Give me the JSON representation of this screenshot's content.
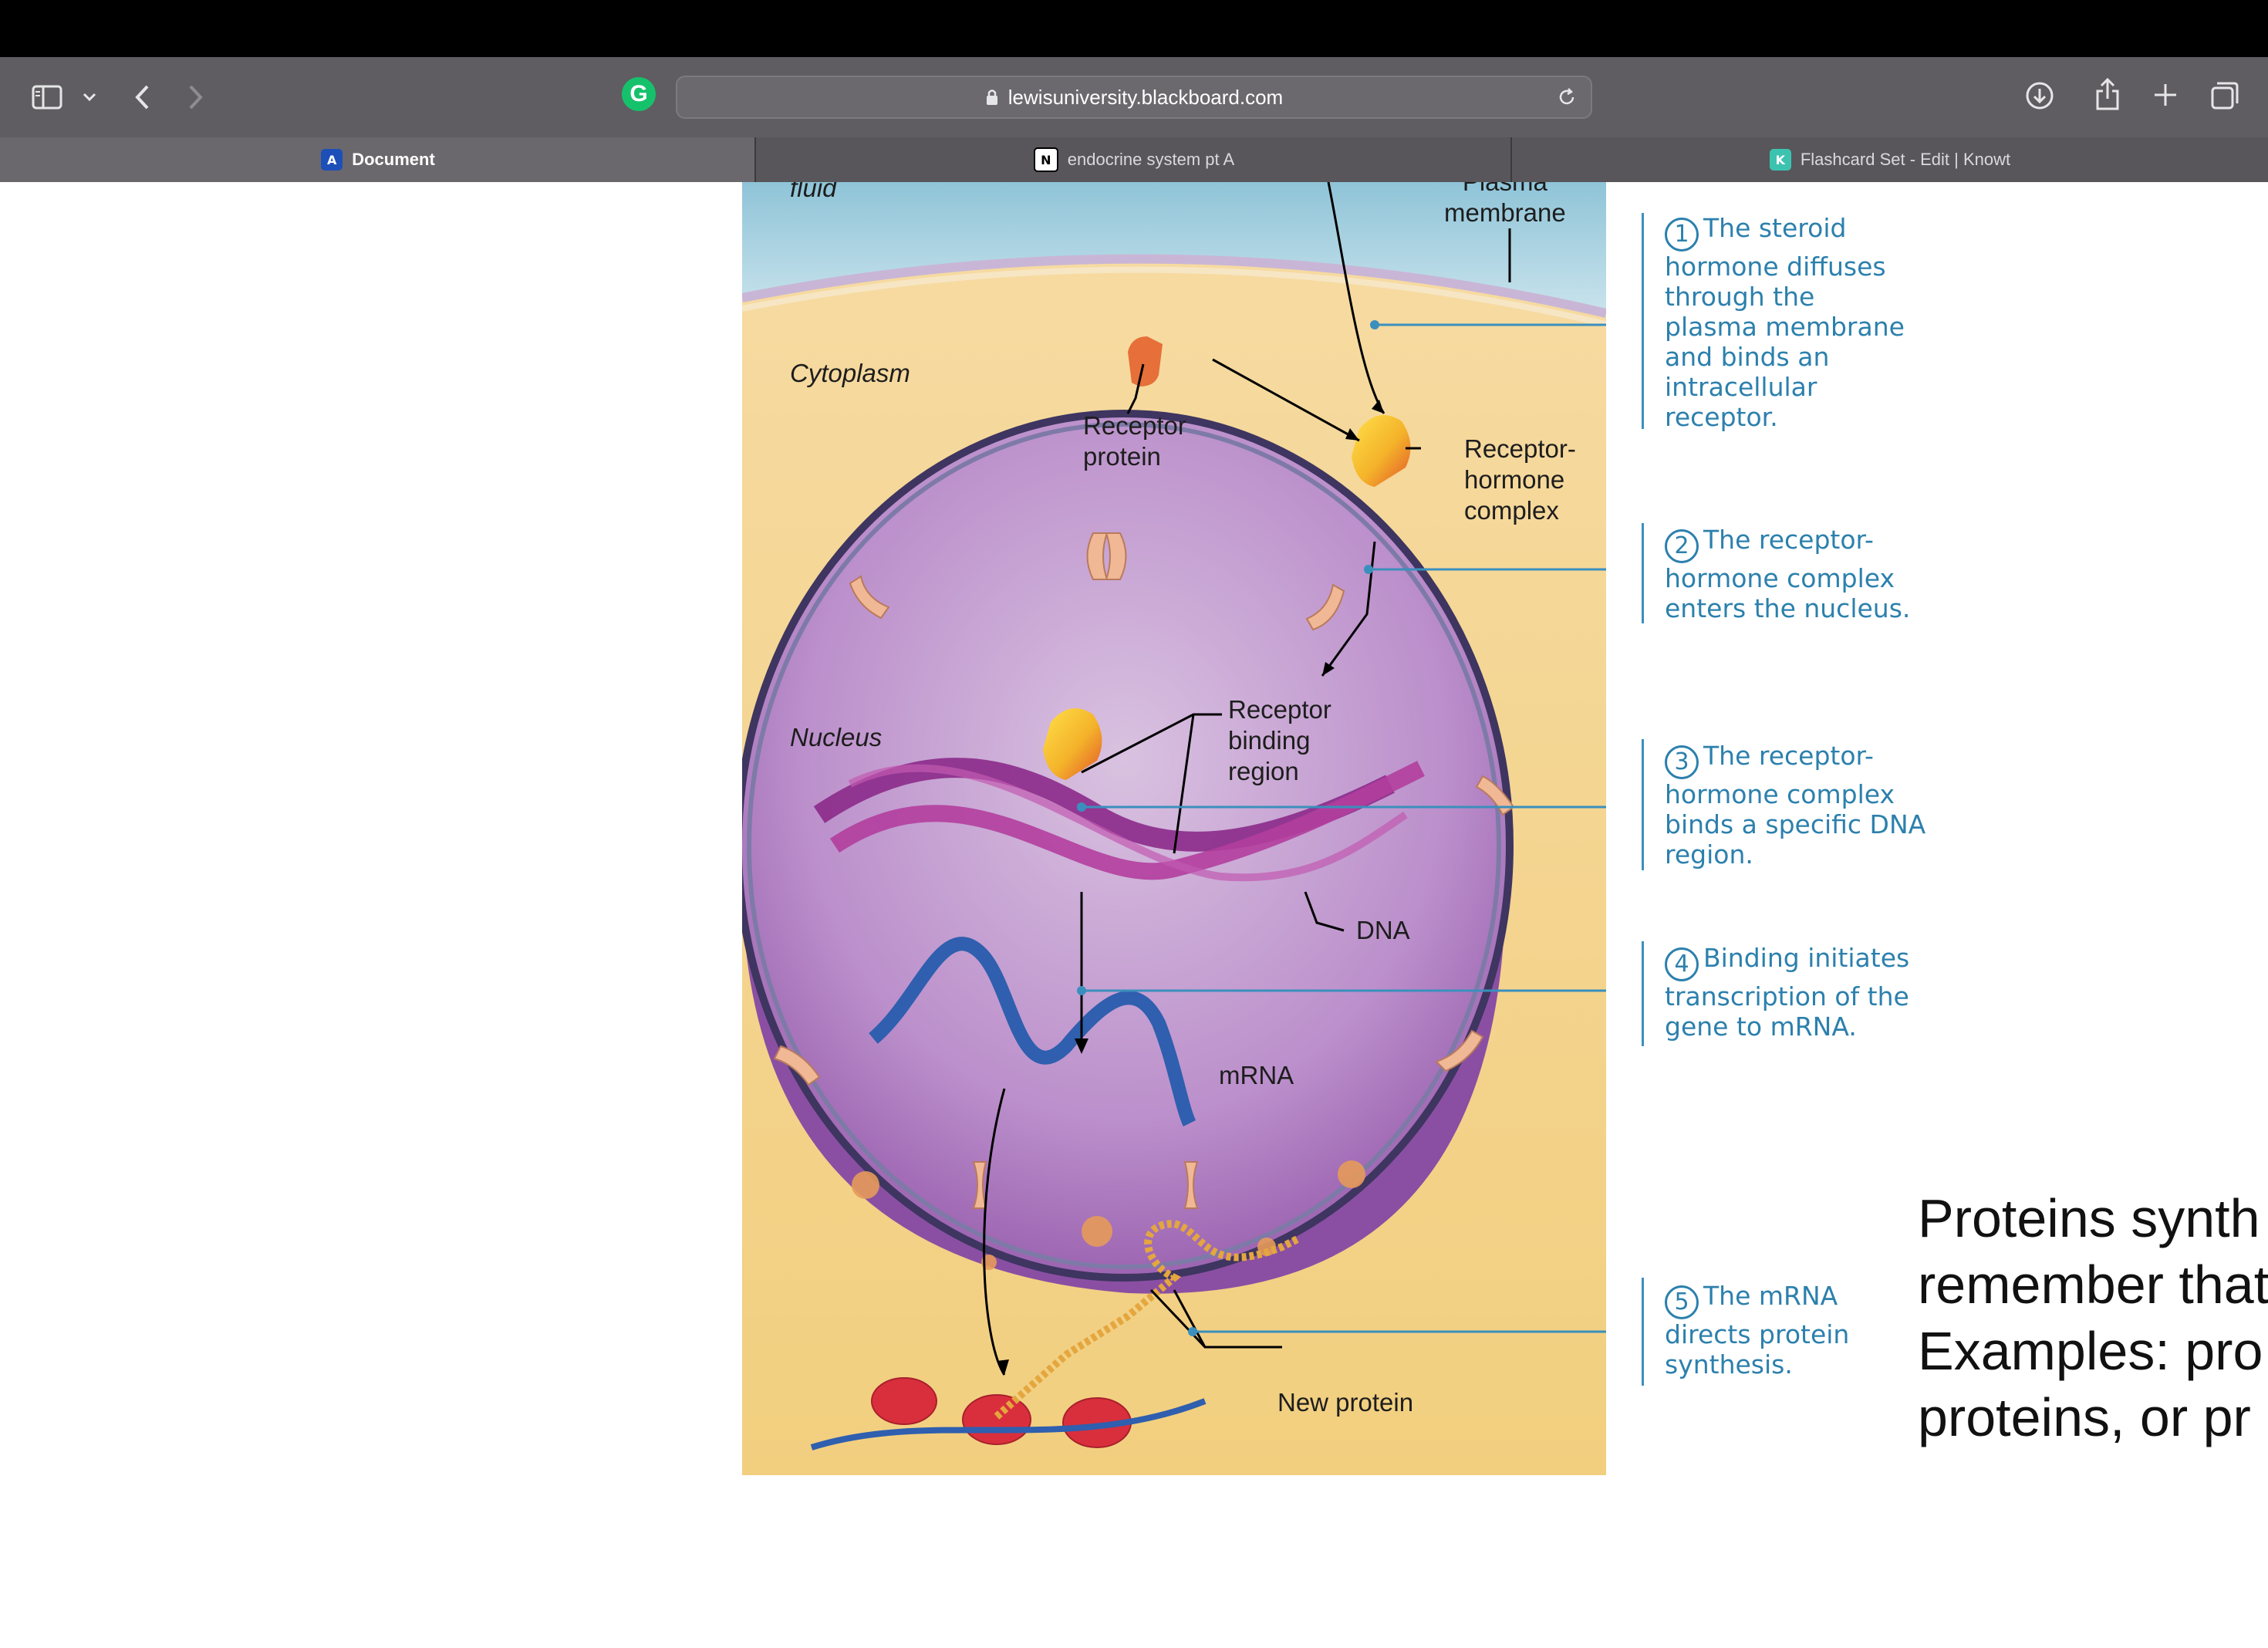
{
  "browser": {
    "address": "lewisuniversity.blackboard.com",
    "tabs": [
      {
        "label": "Document",
        "icon": "A",
        "active": true
      },
      {
        "label": "endocrine system pt A",
        "icon": "N",
        "active": false
      },
      {
        "label": "Flashcard Set - Edit | Knowt",
        "icon": "K",
        "active": false
      }
    ],
    "extension_icon": "G"
  },
  "figure": {
    "labels": {
      "fluid": "fluid",
      "plasma_membrane": "Plasma\nmembrane",
      "cytoplasm": "Cytoplasm",
      "receptor_protein": "Receptor\nprotein",
      "receptor_hormone_complex": "Receptor-\nhormone\ncomplex",
      "nucleus": "Nucleus",
      "receptor_binding_region": "Receptor\nbinding\nregion",
      "dna": "DNA",
      "mrna": "mRNA",
      "new_protein": "New protein"
    },
    "steps": [
      {
        "num": "1",
        "text": "The steroid\nhormone diffuses\nthrough the\nplasma membrane\nand binds an\nintracellular\nreceptor."
      },
      {
        "num": "2",
        "text": "The receptor-\nhormone complex\nenters the nucleus."
      },
      {
        "num": "3",
        "text": "The receptor-\nhormone complex\nbinds a specific DNA\nregion."
      },
      {
        "num": "4",
        "text": "Binding initiates\ntranscription of the\ngene to mRNA."
      },
      {
        "num": "5",
        "text": "The mRNA\ndirects protein\nsynthesis."
      }
    ]
  },
  "side_text": {
    "lines": "Proteins synth\nremember that\nExamples: pro\nproteins, or pr"
  },
  "colors": {
    "step_blue": "#2c80ad",
    "toolbar": "#5f5d61",
    "nucleus": "#b78bc9",
    "cytoplasm": "#f6d99a"
  }
}
